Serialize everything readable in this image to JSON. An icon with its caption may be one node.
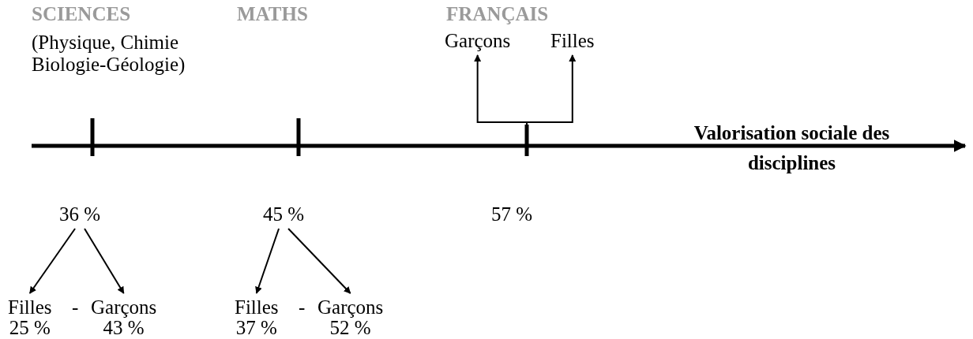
{
  "diagram": {
    "nodes": [
      {
        "text": [
          "36 %"
        ]
      },
      {
        "text": [
          "Filles"
        ],
        "beside": [
          "25 %"
        ]
      },
      {
        "text": [
          "Garçons"
        ],
        "beside": [
          "43 %"
        ]
      },
      {
        "text": [
          "45 %"
        ]
      },
      {
        "text": [
          "Filles"
        ],
        "beside": [
          "37 %"
        ]
      },
      {
        "text": [
          "Garçons"
        ],
        "beside": [
          "52 %"
        ]
      },
      {
        "text": [
          "Garçons"
        ]
      },
      {
        "text": [
          "Filles"
        ]
      }
    ],
    "edges": [
      {
        "from": 0,
        "to": 1,
        "arrow": "to"
      },
      {
        "from": 0,
        "to": 2,
        "arrow": "to"
      },
      {
        "from": 3,
        "to": 4,
        "arrow": "to"
      },
      {
        "from": 3,
        "to": 5,
        "arrow": "to"
      },
      {
        "from": null,
        "to": 6,
        "arrow": "to"
      },
      {
        "from": null,
        "to": 7,
        "arrow": "to"
      }
    ],
    "labels": [
      "SCIENCES",
      "MATHS",
      "FRANÇAIS",
      "(Physique, Chimie Biologie-Géologie)",
      "Valorisation sociale des disciplines",
      "57 %",
      "-",
      "-"
    ]
  }
}
